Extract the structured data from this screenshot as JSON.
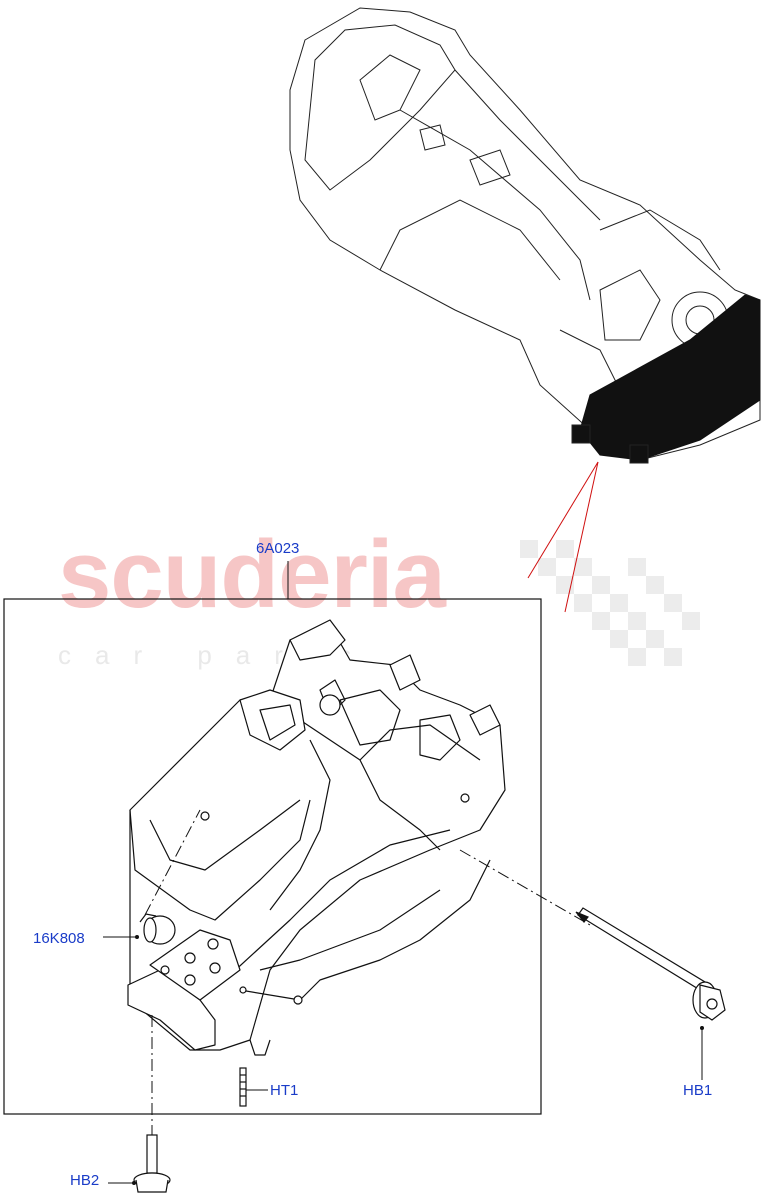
{
  "watermark": {
    "brand": "scuderia",
    "tagline": "car parts"
  },
  "callouts": {
    "crossmember": "6A023",
    "mount": "16K808",
    "bolt_right": "HB1",
    "stud": "HT1",
    "bolt_bottom": "HB2"
  },
  "colors": {
    "callout_text": "#1a3cc8",
    "leader_red": "#d01010",
    "watermark_red": "#f6c6c6",
    "line": "#111111"
  }
}
